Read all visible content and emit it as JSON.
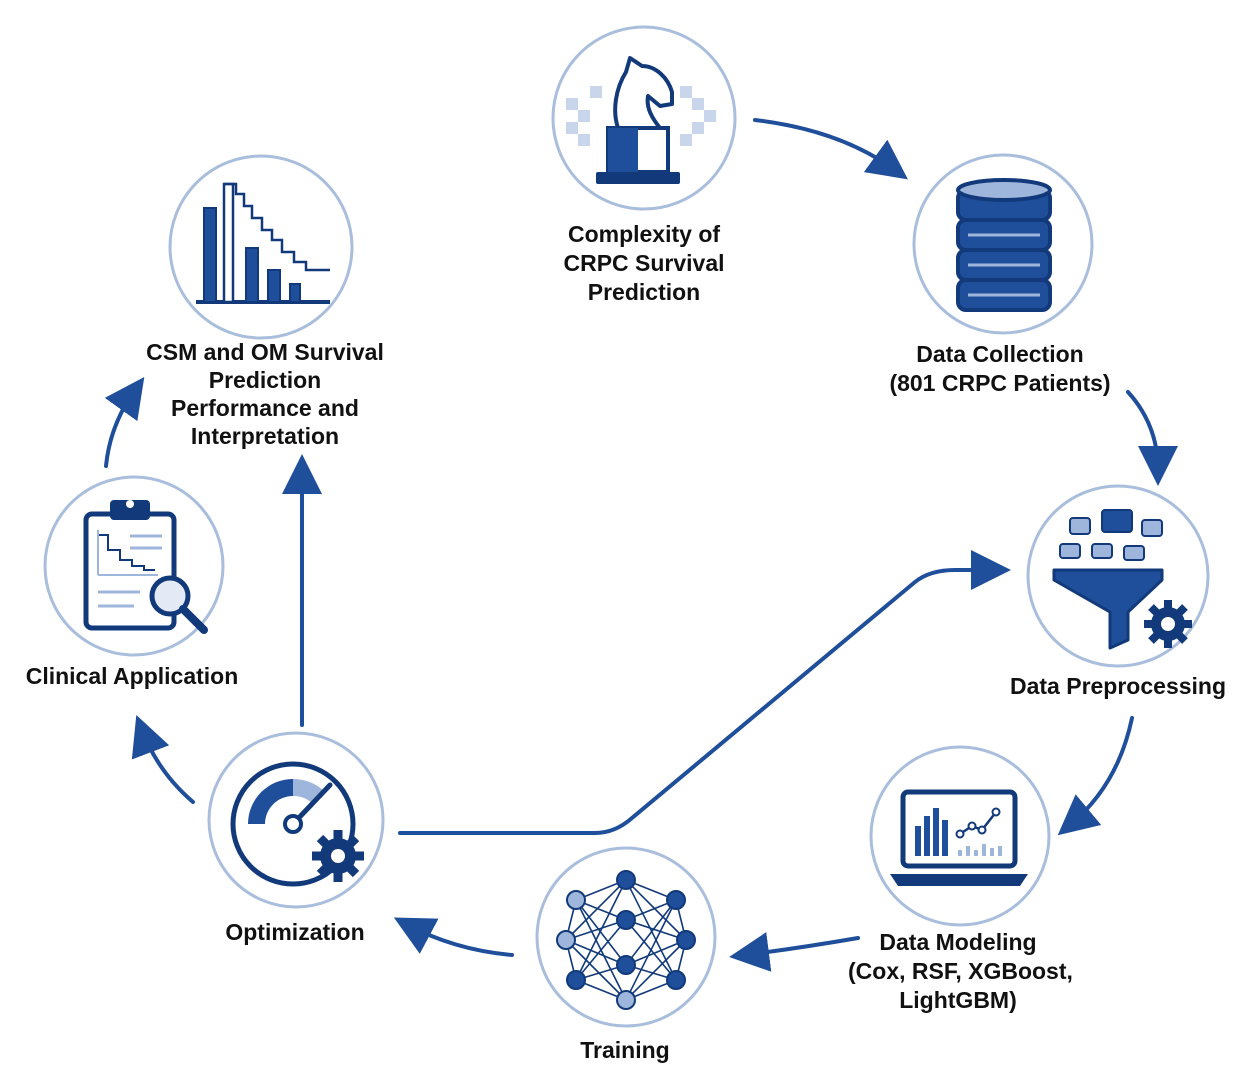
{
  "colors": {
    "primary": "#1f4e9a",
    "dark": "#123a7a",
    "light": "#9fb6dc",
    "pale": "#e3eaf6",
    "ring": "#a9bddc",
    "text": "#111111"
  },
  "steps": {
    "complexity": {
      "icon": "chess-knight-icon",
      "lines": [
        "Complexity of",
        "CRPC Survival",
        "Prediction"
      ]
    },
    "collection": {
      "icon": "database-icon",
      "lines": [
        "Data Collection",
        "(801 CRPC Patients)"
      ]
    },
    "preprocessing": {
      "icon": "funnel-gear-icon",
      "lines": [
        "Data Preprocessing"
      ]
    },
    "modeling": {
      "icon": "laptop-chart-icon",
      "lines": [
        "Data Modeling",
        "(Cox, RSF, XGBoost,",
        "LightGBM)"
      ]
    },
    "training": {
      "icon": "neural-network-icon",
      "lines": [
        "Training"
      ]
    },
    "optimization": {
      "icon": "gauge-gear-icon",
      "lines": [
        "Optimization"
      ]
    },
    "clinical": {
      "icon": "clipboard-magnifier-icon",
      "lines": [
        "Clinical Application"
      ]
    },
    "prediction": {
      "icon": "survival-curve-bars-icon",
      "lines": [
        "CSM and OM Survival",
        "Prediction",
        "Performance and",
        "Interpretation"
      ]
    }
  }
}
